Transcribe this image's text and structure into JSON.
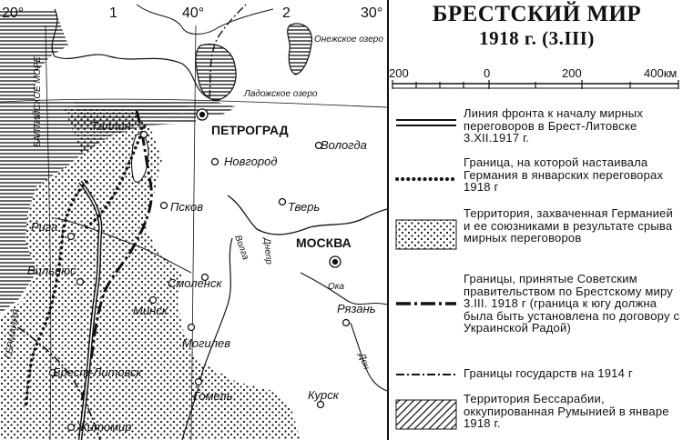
{
  "title": {
    "line1": "БРЕСТСКИЙ МИР",
    "line2": "1918 г. (3.III)"
  },
  "scale": {
    "ticks": [
      "200",
      "0",
      "200",
      "400км"
    ]
  },
  "map_labels": {
    "deg_20": "20°",
    "deg_1": "1",
    "deg_40": "40°",
    "deg_2": "2",
    "deg_30": "30°",
    "baltic_sea": "БАЛТИЙСКОЕ МОРЕ",
    "germany": "ГЕРМАНИЯ",
    "onega": "Онежское озеро",
    "ladoga": "Ладожское озеро",
    "petrograd": "ПЕТРОГРАД",
    "tallin": "Таллин",
    "novgorod": "Новгород",
    "vologda": "Вологда",
    "pskov": "Псков",
    "riga": "Рига",
    "tver": "Тверь",
    "volga": "Волга",
    "moscow": "МОСКВА",
    "vilnius": "Вильнюс",
    "smolensk": "Смоленск",
    "dnepr": "Днепр",
    "minsk": "Минск",
    "oka": "Ока",
    "ryazan": "Рязань",
    "mogilev": "Могилев",
    "don": "Дон",
    "brest": "Брест-Литовск",
    "gomel": "Гомель",
    "kursk": "Курск",
    "zhitomir": "Житомир"
  },
  "legend": [
    {
      "id": "front_line",
      "text": "Линия фронта к началу мирных переговоров в Брест-Литовске 3.XII.1917 г."
    },
    {
      "id": "german_border",
      "text": "Граница, на которой настаивала Германия в январских переговорах 1918 г"
    },
    {
      "id": "occupied",
      "text": "Территория, захваченная Германией и ее союзниками в результате срыва мирных переговоров"
    },
    {
      "id": "accepted_border",
      "text": "Границы, принятые Советским правительством по Брестскому миру 3.III. 1918 г (граница к югу должна была быть установлена по договору с Украинской Радой)"
    },
    {
      "id": "state_border_1914",
      "text": "Границы государств на 1914 г"
    },
    {
      "id": "bessarabia",
      "text": "Территория Бессарабии, оккупированная Румынией в январе 1918 г."
    }
  ]
}
